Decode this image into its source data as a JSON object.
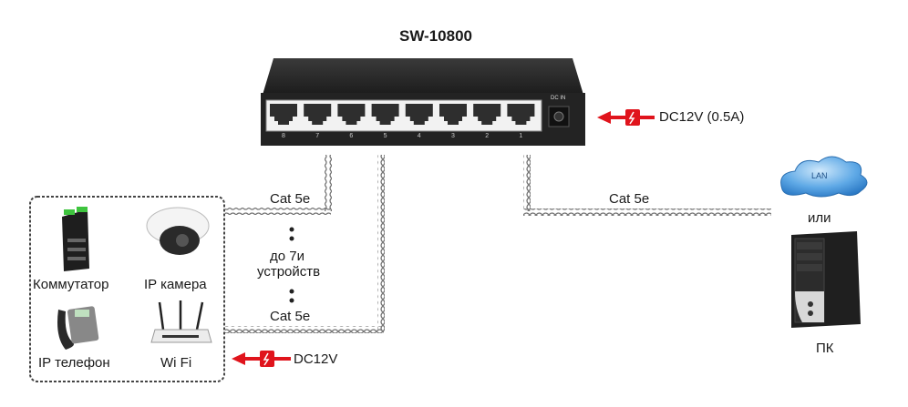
{
  "title": "SW-10800",
  "switch": {
    "model": "SW-10800",
    "port_labels": [
      "8",
      "7",
      "6",
      "5",
      "4",
      "3",
      "2",
      "1"
    ],
    "dc_in_label": "DC IN",
    "power_label": "DC12V (0.5A)"
  },
  "cables": {
    "top": "Cat 5e",
    "bottom": "Cat 5e",
    "right": "Cat 5e"
  },
  "middle_note": {
    "line1": "до 7и",
    "line2": "устройств"
  },
  "devices": [
    {
      "label": "Коммутатор",
      "icon": "industrial-switch-icon"
    },
    {
      "label": "IP камера",
      "icon": "ip-camera-icon"
    },
    {
      "label": "IP телефон",
      "icon": "ip-phone-icon"
    },
    {
      "label": "Wi Fi",
      "icon": "wifi-router-icon"
    }
  ],
  "devices_power_label": "DC12V",
  "right": {
    "cloud_label": "LAN",
    "or_label": "или",
    "pc_label": "ПК"
  },
  "colors": {
    "power_red": "#e0141c",
    "cloud_blue": "#3a8fd6",
    "switch_dark": "#2a2a2a"
  }
}
